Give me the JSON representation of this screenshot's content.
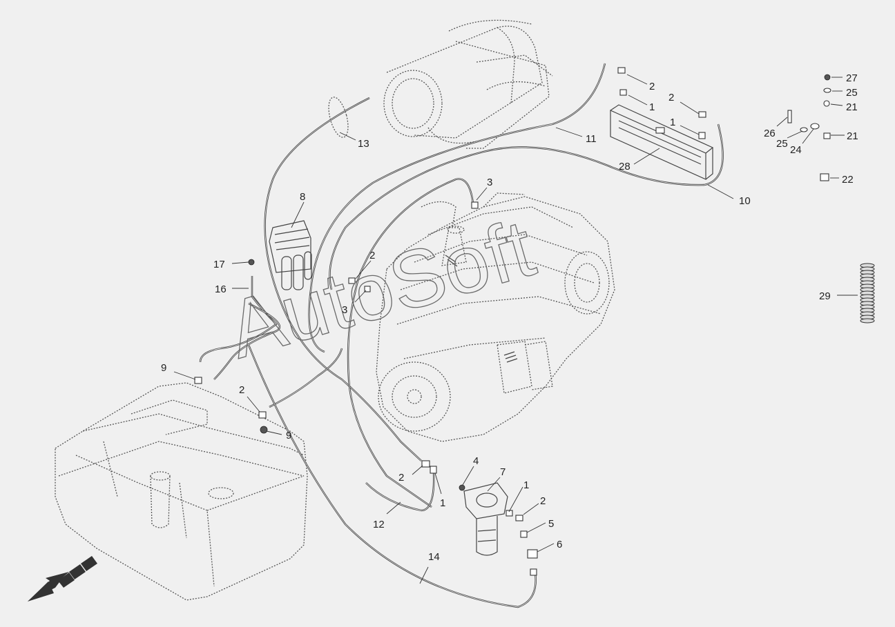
{
  "watermark": "AutoSoft",
  "callouts": [
    {
      "id": "c2a",
      "label": "2"
    },
    {
      "id": "c1a",
      "label": "1"
    },
    {
      "id": "c2b",
      "label": "2"
    },
    {
      "id": "c1b",
      "label": "1"
    },
    {
      "id": "c27",
      "label": "27"
    },
    {
      "id": "c25a",
      "label": "25"
    },
    {
      "id": "c21a",
      "label": "21"
    },
    {
      "id": "c26",
      "label": "26"
    },
    {
      "id": "c25b",
      "label": "25"
    },
    {
      "id": "c24",
      "label": "24"
    },
    {
      "id": "c21b",
      "label": "21"
    },
    {
      "id": "c22",
      "label": "22"
    },
    {
      "id": "c13",
      "label": "13"
    },
    {
      "id": "c11",
      "label": "11"
    },
    {
      "id": "c28",
      "label": "28"
    },
    {
      "id": "c10",
      "label": "10"
    },
    {
      "id": "c3a",
      "label": "3"
    },
    {
      "id": "c8",
      "label": "8"
    },
    {
      "id": "c17",
      "label": "17"
    },
    {
      "id": "c16",
      "label": "16"
    },
    {
      "id": "c2c",
      "label": "2"
    },
    {
      "id": "c3b",
      "label": "3"
    },
    {
      "id": "c29",
      "label": "29"
    },
    {
      "id": "c9a",
      "label": "9"
    },
    {
      "id": "c2d",
      "label": "2"
    },
    {
      "id": "c9b",
      "label": "9"
    },
    {
      "id": "c4",
      "label": "4"
    },
    {
      "id": "c7",
      "label": "7"
    },
    {
      "id": "c2e",
      "label": "2"
    },
    {
      "id": "c1c",
      "label": "1"
    },
    {
      "id": "c1d",
      "label": "1"
    },
    {
      "id": "c2f",
      "label": "2"
    },
    {
      "id": "c5",
      "label": "5"
    },
    {
      "id": "c6",
      "label": "6"
    },
    {
      "id": "c12",
      "label": "12"
    },
    {
      "id": "c14",
      "label": "14"
    }
  ]
}
